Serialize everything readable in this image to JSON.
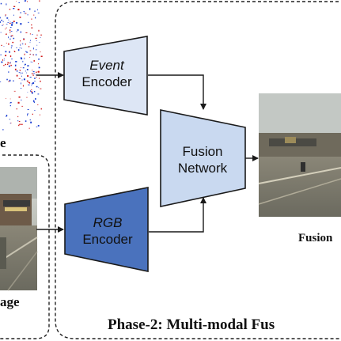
{
  "diagram": {
    "event_encoder": {
      "line1": "Event",
      "line2": "Encoder"
    },
    "rgb_encoder": {
      "line1": "RGB",
      "line2": "Encoder"
    },
    "fusion_network": {
      "line1": "Fusion",
      "line2": "Network"
    },
    "cropped_left_top_label": "e",
    "cropped_left_bottom_label": "age",
    "fusion_output_label": "Fusion",
    "phase_title": "Phase-2: Multi-modal Fus"
  },
  "colors": {
    "event_fill": "#dde6f5",
    "rgb_fill": "#4a72bd",
    "fusion_fill": "#c9d9f0",
    "stroke": "#1a1a1a"
  }
}
